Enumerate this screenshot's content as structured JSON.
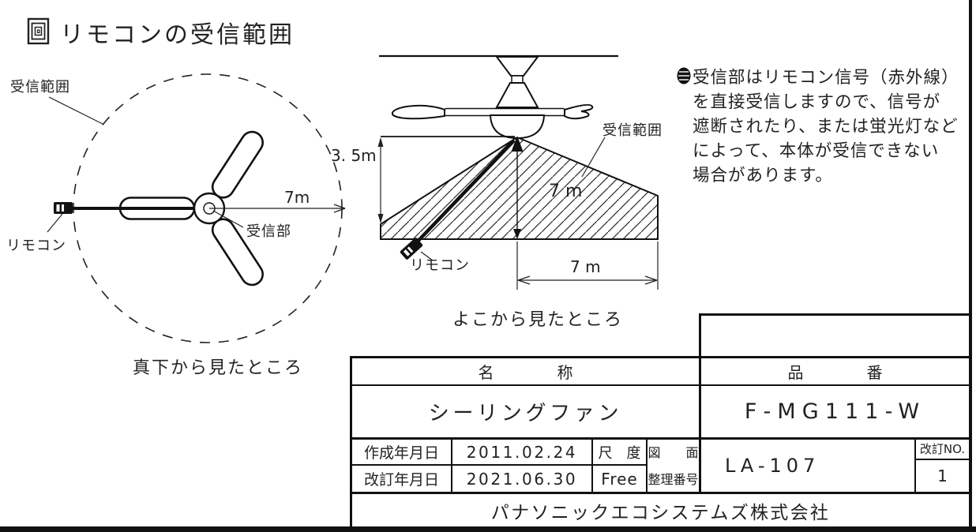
{
  "header": {
    "title": "リモコンの受信範囲"
  },
  "note": {
    "text": "受信部はリモコン信号（赤外線）\nを直接受信しますので、信号が\n遮断されたり、または蛍光灯など\nによって、本体が受信できない\n場合があります。"
  },
  "top_view": {
    "caption": "真下から見たところ",
    "range_label": "受信範囲",
    "remote_label": "リモコン",
    "receiver_label": "受信部",
    "radius_dim": "7m"
  },
  "side_view": {
    "caption": "よこから見たところ",
    "range_label": "受信範囲",
    "remote_label": "リモコン",
    "height_dim": "3. 5m",
    "vertical_dim": "7 m",
    "width_dim": "7 m"
  },
  "title_block": {
    "name_header": "名　　　　称",
    "name_value": "シーリングファン",
    "part_header": "品　　　　番",
    "part_value": "F-MG111-W",
    "created_label": "作成年月日",
    "created_value": "2011.02.24",
    "revised_label": "改訂年月日",
    "revised_value": "2021.06.30",
    "scale_label": "尺　度",
    "scale_value": "Free",
    "drawing_label_line1": "図　　面",
    "drawing_label_line2": "整理番号",
    "drawing_value": "LA-107",
    "revision_label": "改訂NO.",
    "revision_value": "1",
    "company": "パナソニックエコシステムズ株式会社"
  },
  "colors": {
    "line": "#111111",
    "background": "#ffffff"
  }
}
